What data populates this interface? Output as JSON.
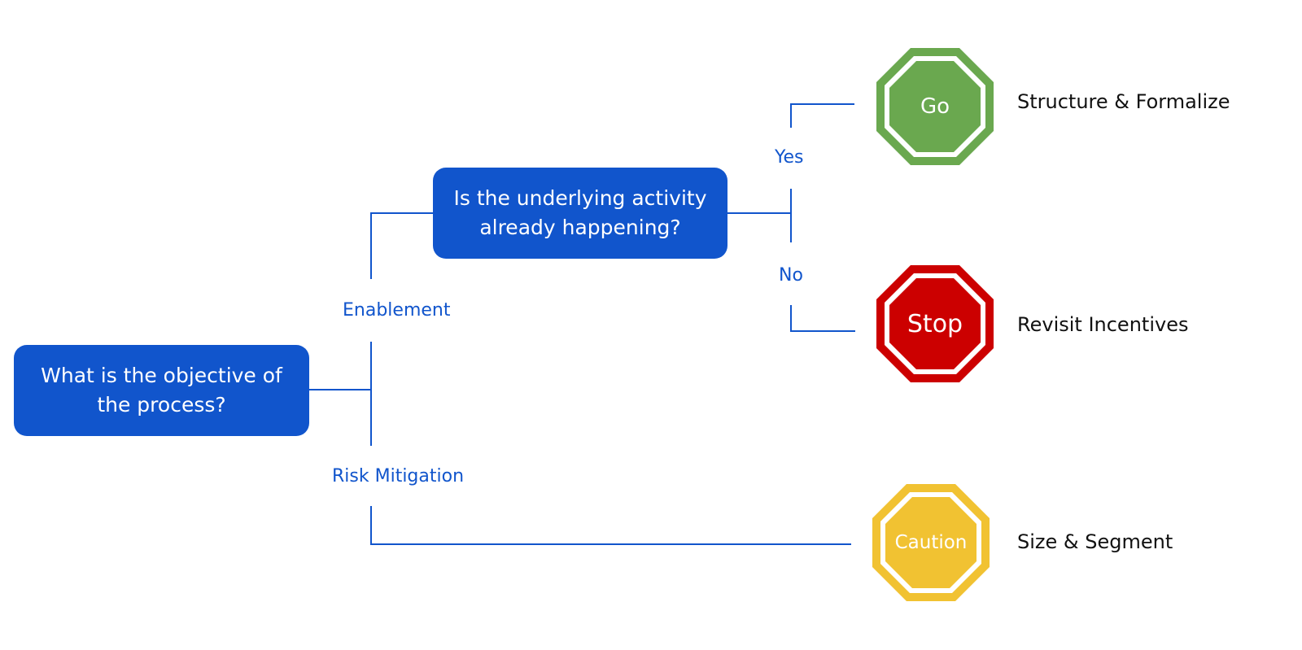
{
  "root_question": "What is the objective of the process?",
  "branches": {
    "enablement": "Enablement",
    "risk_mitigation": "Risk Mitigation"
  },
  "sub_question": "Is the underlying activity already happening?",
  "answers": {
    "yes": "Yes",
    "no": "No"
  },
  "signs": {
    "go": {
      "label": "Go",
      "color": "#6aa84f",
      "outcome": "Structure & Formalize"
    },
    "stop": {
      "label": "Stop",
      "color": "#cc0000",
      "outcome": "Revisit Incentives"
    },
    "caution": {
      "label": "Caution",
      "color": "#f1c232",
      "outcome": "Size & Segment"
    }
  },
  "colors": {
    "primary": "#1155cc",
    "line": "#1155cc"
  }
}
